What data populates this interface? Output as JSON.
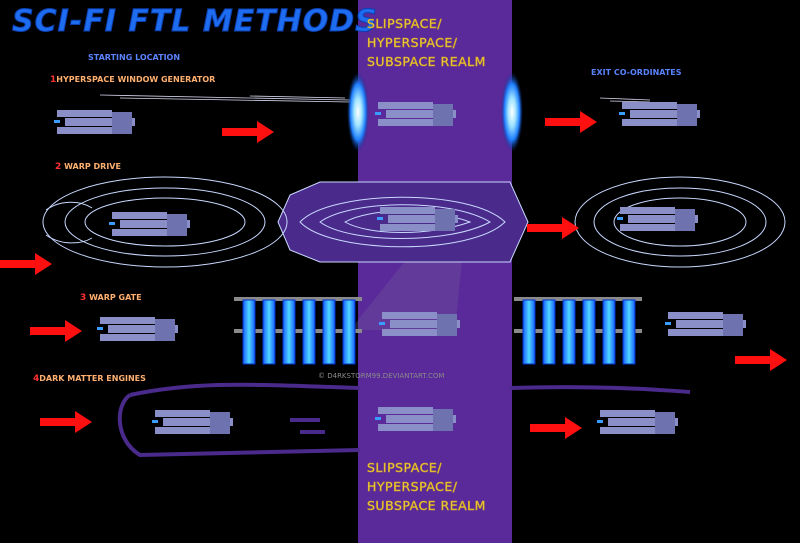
{
  "title": "SCI-FI FTL METHODS",
  "starting_location": "STARTING LOCATION",
  "exit_coordinates": "EXIT CO-ORDINATES",
  "realm_lines": [
    "SLIPSPACE/",
    "HYPERSPACE/",
    "SUBSPACE REALM"
  ],
  "methods": [
    {
      "number": "1",
      "label": "HYPERSPACE WINDOW GENERATOR"
    },
    {
      "number": "2",
      "label": "WARP DRIVE"
    },
    {
      "number": "3",
      "label": "WARP GATE"
    },
    {
      "number": "4",
      "label": "DARK MATTER ENGINES"
    }
  ],
  "watermark": "© D4RKSTORM99.DEVIANTART.COM",
  "colors": {
    "background": "#000000",
    "realm_band": "#5a2a9a",
    "title": "#1e6cf0",
    "arrow": "#ff1010",
    "ship": "#8a8fc8",
    "field_line": "#b8d8ff",
    "gate_cell": "#29b6ff",
    "dark_matter": "#3c1f7a"
  }
}
